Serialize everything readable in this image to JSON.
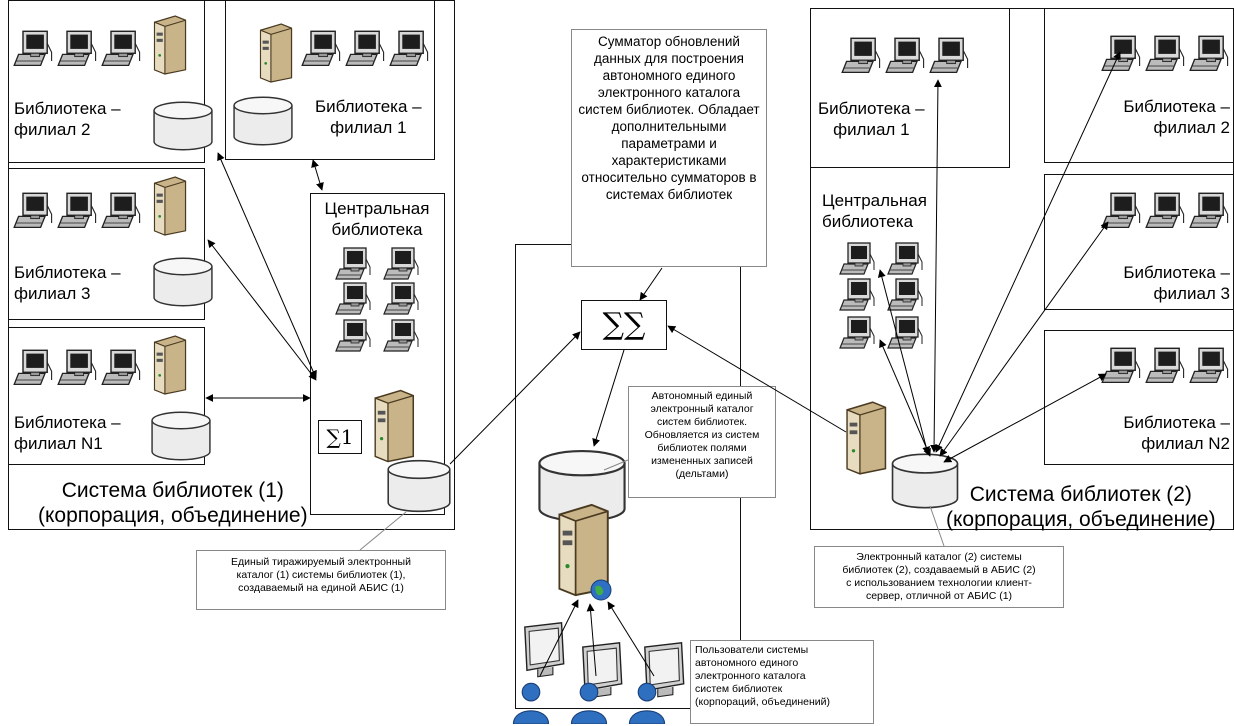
{
  "left_system": {
    "branch2": "Библиотека –\nфилиал 2",
    "branch1": "Библиотека –\nфилиал 1",
    "branch3": "Библиотека –\nфилиал 3",
    "branchN1": "Библиотека –\nфилиал N1",
    "central": "Центральная\nбиблиотека",
    "sum_label": "∑1",
    "title": "Система библиотек (1)\n(корпорация, объединение)",
    "catalog_note": "Единый тиражируемый электронный\nкаталог (1) системы библиотек (1),\nсоздаваемый на единой АБИС (1)"
  },
  "center": {
    "summator_callout": "Сумматор обновлений данных для построения автономного единого электронного каталога систем библиотек. Обладает дополнительными параметрами и характеристиками относительно сумматоров в системах библиотек",
    "sum_label": "∑∑",
    "catalog_note": "Автономный единый электронный каталог систем библиотек. Обновляется из систем библиотек полями измененных записей (дельтами)",
    "users_note": "Пользователи системы\nавтономного единого\nэлектронного каталога\nсистем библиотек\n(корпораций, объединений)"
  },
  "right_system": {
    "branch1": "Библиотека –\nфилиал 1",
    "branch2": "Библиотека –\nфилиал 2",
    "central": "Центральная\nбиблиотека",
    "branch3": "Библиотека –\nфилиал 3",
    "branchN2": "Библиотека –\nфилиал N2",
    "title": "Система библиотек (2)\n(корпорация, объединение)",
    "catalog_note": "Электронный каталог (2) системы\nбиблиотек (2), создаваемый в АБИС (2)\nс использованием технологии клиент-\nсервер, отличной от АБИС (1)"
  }
}
